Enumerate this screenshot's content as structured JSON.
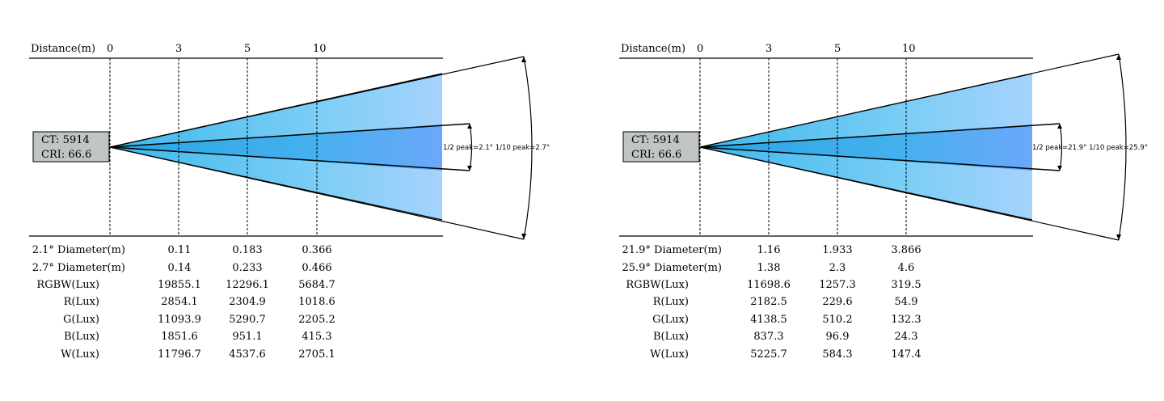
{
  "panels": [
    {
      "distance_label": "Distance(m)",
      "distances": [
        "0",
        "3",
        "5",
        "10"
      ],
      "ct_label": "CT: 5914",
      "cri_label": "CRI: 66.6",
      "angle_annotation": "1/2 peak=2.1° 1/10 peak=2.7°",
      "rows": [
        {
          "label": "2.1° Diameter(m)",
          "values": [
            "0.11",
            "0.183",
            "0.366"
          ]
        },
        {
          "label": "2.7° Diameter(m)",
          "values": [
            "0.14",
            "0.233",
            "0.466"
          ]
        },
        {
          "label": "RGBW(Lux)",
          "values": [
            "19855.1",
            "12296.1",
            "5684.7"
          ]
        },
        {
          "label": "R(Lux)",
          "values": [
            "2854.1",
            "2304.9",
            "1018.6"
          ]
        },
        {
          "label": "G(Lux)",
          "values": [
            "11093.9",
            "5290.7",
            "2205.2"
          ]
        },
        {
          "label": "B(Lux)",
          "values": [
            "1851.6",
            "951.1",
            "415.3"
          ]
        },
        {
          "label": "W(Lux)",
          "values": [
            "11796.7",
            "4537.6",
            "2705.1"
          ]
        }
      ]
    },
    {
      "distance_label": "Distance(m)",
      "distances": [
        "0",
        "3",
        "5",
        "10"
      ],
      "ct_label": "CT: 5914",
      "cri_label": "CRI: 66.6",
      "angle_annotation": "1/2 peak=21.9° 1/10 peak=25.9°",
      "rows": [
        {
          "label": "21.9° Diameter(m)",
          "values": [
            "1.16",
            "1.933",
            "3.866"
          ]
        },
        {
          "label": "25.9° Diameter(m)",
          "values": [
            "1.38",
            "2.3",
            "4.6"
          ]
        },
        {
          "label": "RGBW(Lux)",
          "values": [
            "11698.6",
            "1257.3",
            "319.5"
          ]
        },
        {
          "label": "R(Lux)",
          "values": [
            "2182.5",
            "229.6",
            "54.9"
          ]
        },
        {
          "label": "G(Lux)",
          "values": [
            "4138.5",
            "510.2",
            "132.3"
          ]
        },
        {
          "label": "B(Lux)",
          "values": [
            "837.3",
            "96.9",
            "24.3"
          ]
        },
        {
          "label": "W(Lux)",
          "values": [
            "5225.7",
            "584.3",
            "147.4"
          ]
        }
      ]
    }
  ],
  "colors": {
    "beam_light": "#a8d4ff",
    "beam_mid": "#5fc4f2",
    "beam_core": "#3aaee8",
    "ct_box": "#c0c4c4"
  }
}
